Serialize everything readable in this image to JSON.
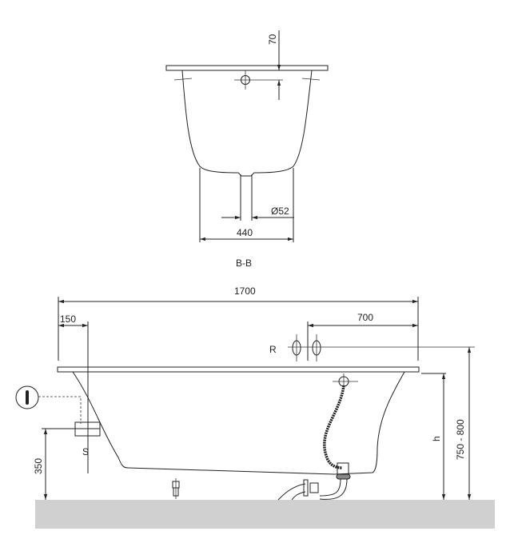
{
  "section_view": {
    "label": "B-B",
    "dim_overflow_depth": "70",
    "dim_drain_diameter": "Ø52",
    "dim_bottom_width": "440"
  },
  "side_view": {
    "dim_length": "1700",
    "dim_s_offset": "150",
    "dim_r_offset": "700",
    "label_r": "R",
    "label_s": "S",
    "dim_s_height": "350",
    "dim_h": "h",
    "dim_total_height": "750 - 800"
  },
  "colors": {
    "floor": "#d0d0d0",
    "line": "#222222"
  }
}
